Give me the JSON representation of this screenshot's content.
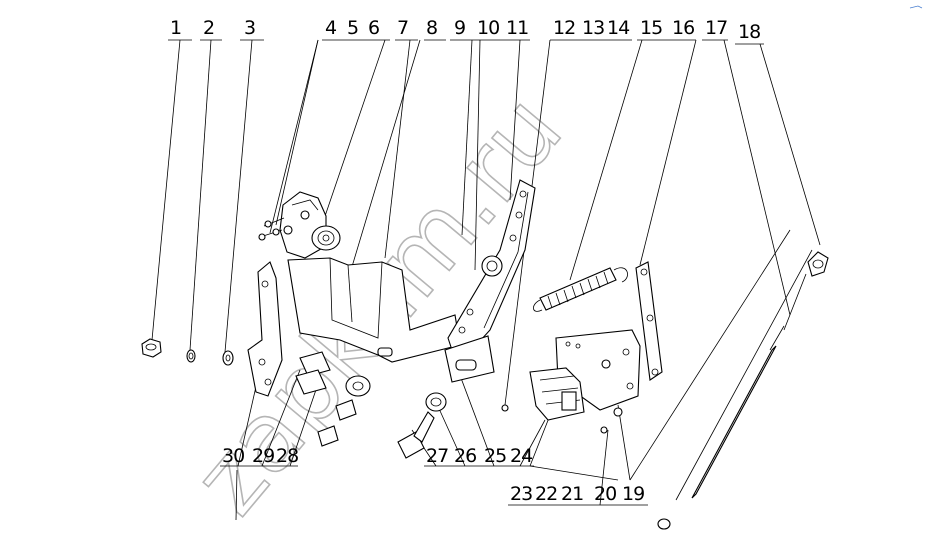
{
  "watermark": "zapkam.ru",
  "top_labels": [
    "1",
    "2",
    "3",
    "4",
    "5",
    "6",
    "7",
    "8",
    "9",
    "10",
    "11",
    "12",
    "13",
    "14",
    "15",
    "16",
    "17",
    "18"
  ],
  "bottom_labels": [
    "30",
    "29",
    "28",
    "27",
    "26",
    "25",
    "24",
    "23",
    "22",
    "21",
    "20",
    "19"
  ],
  "colors": {
    "line": "#000000",
    "watermark": "#b5b5b5",
    "background": "#ffffff"
  }
}
